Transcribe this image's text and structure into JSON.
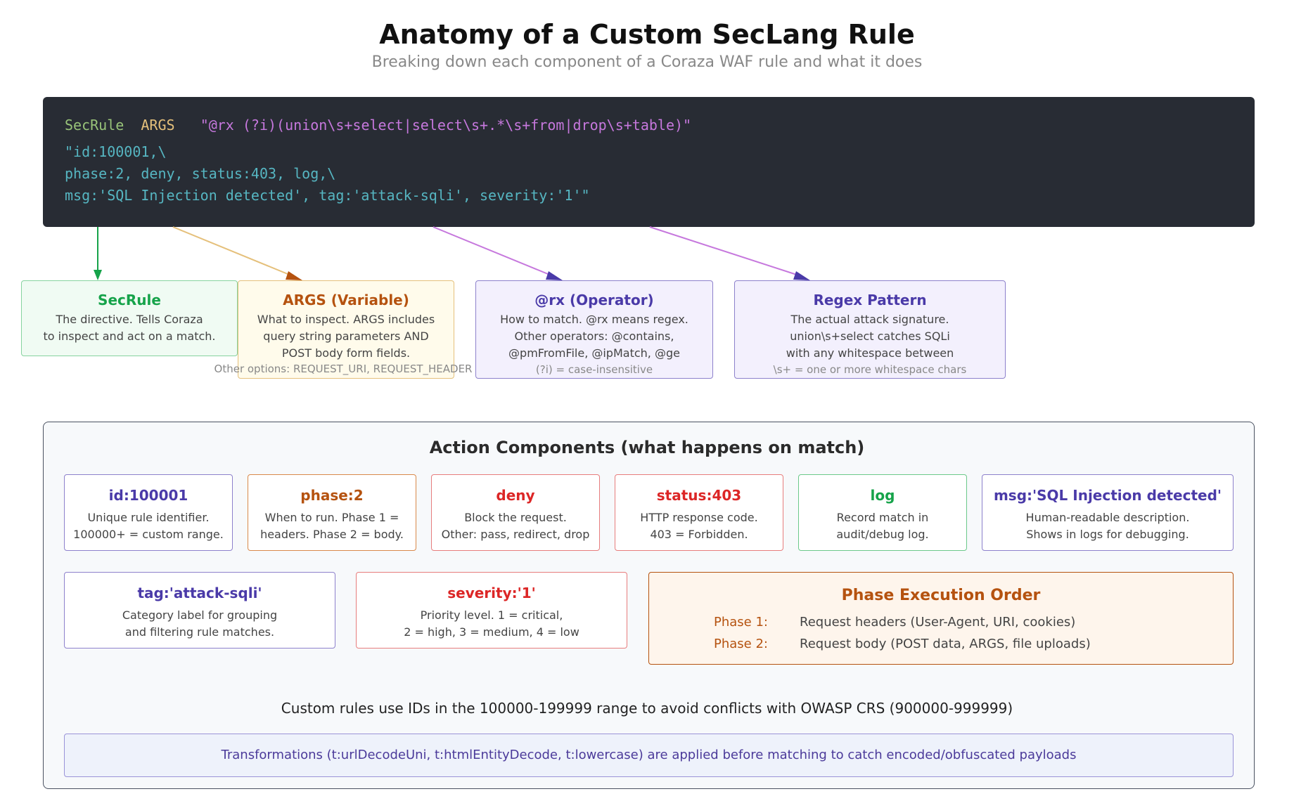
{
  "header": {
    "title": "Anatomy of a Custom SecLang Rule",
    "subtitle": "Breaking down each component of a Coraza WAF rule and what it does"
  },
  "code": {
    "directive": "SecRule",
    "variable": "ARGS",
    "operator": "\"@rx (?i)(union\\s+select|select\\s+.*\\s+from|drop\\s+table)\"",
    "line2": "\"id:100001,\\",
    "line3": "phase:2, deny, status:403, log,\\",
    "line4": "msg:'SQL Injection detected', tag:'attack-sqli', severity:'1'\""
  },
  "components": {
    "secrule": {
      "title": "SecRule",
      "lines": [
        "The directive. Tells Coraza",
        "to inspect and act on a match."
      ]
    },
    "args": {
      "title": "ARGS (Variable)",
      "lines": [
        "What to inspect. ARGS includes",
        "query string parameters AND",
        "POST body form fields."
      ],
      "note": "Other options: REQUEST_URI, REQUEST_HEADER"
    },
    "operator": {
      "title": "@rx (Operator)",
      "lines": [
        "How to match. @rx means regex.",
        "Other operators: @contains,",
        "@pmFromFile, @ipMatch, @ge"
      ],
      "note": "(?i) = case-insensitive"
    },
    "regex": {
      "title": "Regex Pattern",
      "lines": [
        "The actual attack signature.",
        "union\\s+select catches SQLi",
        "with any whitespace between"
      ],
      "note": "\\s+ = one or more whitespace chars"
    }
  },
  "actions": {
    "title": "Action Components (what happens on match)",
    "items": [
      {
        "title": "id:100001",
        "l1": "Unique rule identifier.",
        "l2": "100000+ = custom range."
      },
      {
        "title": "phase:2",
        "l1": "When to run. Phase 1 =",
        "l2": "headers. Phase 2 = body."
      },
      {
        "title": "deny",
        "l1": "Block the request.",
        "l2": "Other: pass, redirect, drop"
      },
      {
        "title": "status:403",
        "l1": "HTTP response code.",
        "l2": "403 = Forbidden."
      },
      {
        "title": "log",
        "l1": "Record match in",
        "l2": "audit/debug log."
      },
      {
        "title": "msg:'SQL Injection detected'",
        "l1": "Human-readable description.",
        "l2": "Shows in logs for debugging."
      },
      {
        "title": "tag:'attack-sqli'",
        "l1": "Category label for grouping",
        "l2": "and filtering rule matches."
      },
      {
        "title": "severity:'1'",
        "l1": "Priority level. 1 = critical,",
        "l2": "2 = high, 3 = medium, 4 = low"
      }
    ],
    "phase_order": {
      "title": "Phase Execution Order",
      "phases": [
        {
          "label": "Phase 1:",
          "desc": "Request headers (User-Agent, URI, cookies)"
        },
        {
          "label": "Phase 2:",
          "desc": "Request body (POST data, ARGS, file uploads)"
        }
      ]
    },
    "footnote": "Custom rules use IDs in the 100000-199999 range to avoid conflicts with OWASP CRS (900000-999999)",
    "transform_note": "Transformations (t:urlDecodeUni, t:htmlEntityDecode, t:lowercase) are applied before matching to catch encoded/obfuscated payloads"
  },
  "colors": {
    "green": "#16a34a",
    "orange": "#b5520f",
    "purple": "#4a3aa8",
    "red": "#dc2626"
  }
}
